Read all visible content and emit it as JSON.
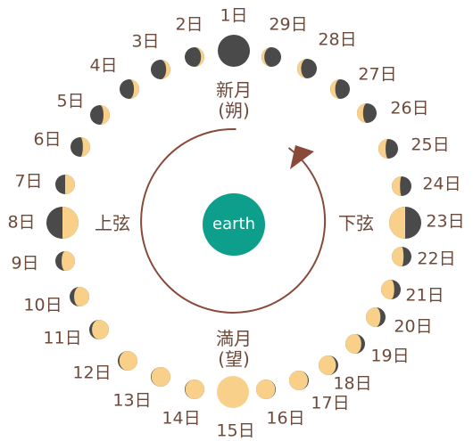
{
  "center": {
    "earth_label": "earth"
  },
  "labels": {
    "new_moon_line1": "新月",
    "new_moon_line2": "(朔)",
    "full_moon_line1": "満月",
    "full_moon_line2": "(望)",
    "first_quarter": "上弦",
    "last_quarter": "下弦"
  },
  "days": [
    {
      "label": "1日",
      "phase": "new"
    },
    {
      "label": "2日",
      "phase": "waxing-crescent"
    },
    {
      "label": "3日",
      "phase": "waxing-crescent"
    },
    {
      "label": "4日",
      "phase": "waxing-crescent"
    },
    {
      "label": "5日",
      "phase": "waxing-crescent"
    },
    {
      "label": "6日",
      "phase": "waxing-crescent"
    },
    {
      "label": "7日",
      "phase": "waxing-gibbous"
    },
    {
      "label": "8日",
      "phase": "first-quarter"
    },
    {
      "label": "9日",
      "phase": "waxing-gibbous"
    },
    {
      "label": "10日",
      "phase": "waxing-gibbous"
    },
    {
      "label": "11日",
      "phase": "waxing-gibbous"
    },
    {
      "label": "12日",
      "phase": "waxing-gibbous"
    },
    {
      "label": "13日",
      "phase": "nearly-full"
    },
    {
      "label": "14日",
      "phase": "nearly-full"
    },
    {
      "label": "15日",
      "phase": "full"
    },
    {
      "label": "16日",
      "phase": "nearly-full"
    },
    {
      "label": "17日",
      "phase": "waning-gibbous"
    },
    {
      "label": "18日",
      "phase": "waning-gibbous"
    },
    {
      "label": "19日",
      "phase": "waning-gibbous"
    },
    {
      "label": "20日",
      "phase": "waning-gibbous"
    },
    {
      "label": "21日",
      "phase": "waning-gibbous"
    },
    {
      "label": "22日",
      "phase": "waning-gibbous"
    },
    {
      "label": "23日",
      "phase": "last-quarter"
    },
    {
      "label": "24日",
      "phase": "waning-crescent"
    },
    {
      "label": "25日",
      "phase": "waning-crescent"
    },
    {
      "label": "26日",
      "phase": "waning-crescent"
    },
    {
      "label": "27日",
      "phase": "waning-crescent"
    },
    {
      "label": "28日",
      "phase": "waning-crescent"
    },
    {
      "label": "29日",
      "phase": "waning-crescent"
    }
  ],
  "colors": {
    "dark": "#4a4a4a",
    "light": "#f9d08a",
    "text": "#6e4a3b",
    "earth": "#0e9e8c",
    "orbit": "#8a4a3a"
  }
}
